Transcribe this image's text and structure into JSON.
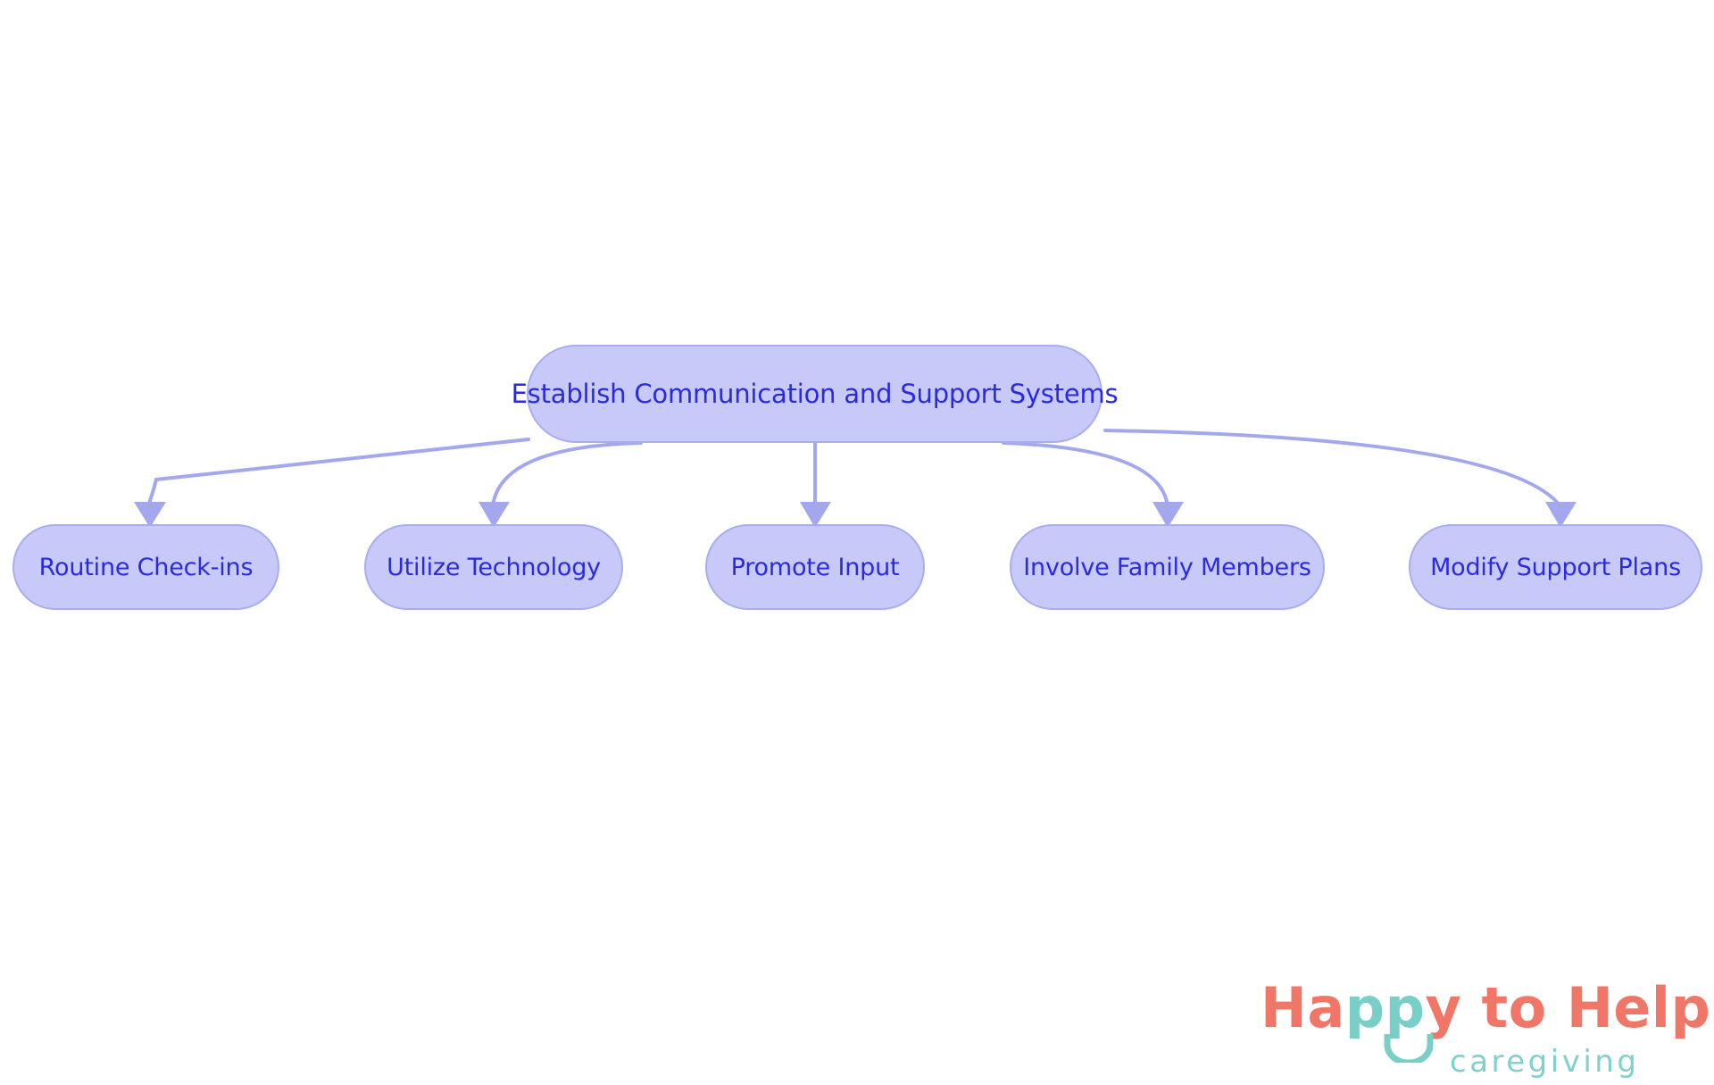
{
  "diagram": {
    "type": "flowchart",
    "orientation": "top-down",
    "root": {
      "id": "root",
      "label": "Establish Communication and Support Systems"
    },
    "children": [
      {
        "id": "child-0",
        "label": "Routine Check-ins"
      },
      {
        "id": "child-1",
        "label": "Utilize Technology"
      },
      {
        "id": "child-2",
        "label": "Promote Input"
      },
      {
        "id": "child-3",
        "label": "Involve Family Members"
      },
      {
        "id": "child-4",
        "label": "Modify Support Plans"
      }
    ],
    "edges": [
      {
        "from": "root",
        "to": "child-0",
        "arrow": "triangle"
      },
      {
        "from": "root",
        "to": "child-1",
        "arrow": "triangle"
      },
      {
        "from": "root",
        "to": "child-2",
        "arrow": "triangle"
      },
      {
        "from": "root",
        "to": "child-3",
        "arrow": "triangle"
      },
      {
        "from": "root",
        "to": "child-4",
        "arrow": "triangle"
      }
    ],
    "colors": {
      "node_fill": "#c7caf8",
      "node_border": "#a8adee",
      "node_text": "#2a2ae0",
      "edge_stroke": "#a3a8ee",
      "background": "#ffffff"
    }
  },
  "logo": {
    "word_ha": "Ha",
    "word_pp": "pp",
    "word_y": "y",
    "word_to_help": " to Help",
    "tagline": "caregiving",
    "coral": "#f07767",
    "teal": "#79cfc8"
  }
}
